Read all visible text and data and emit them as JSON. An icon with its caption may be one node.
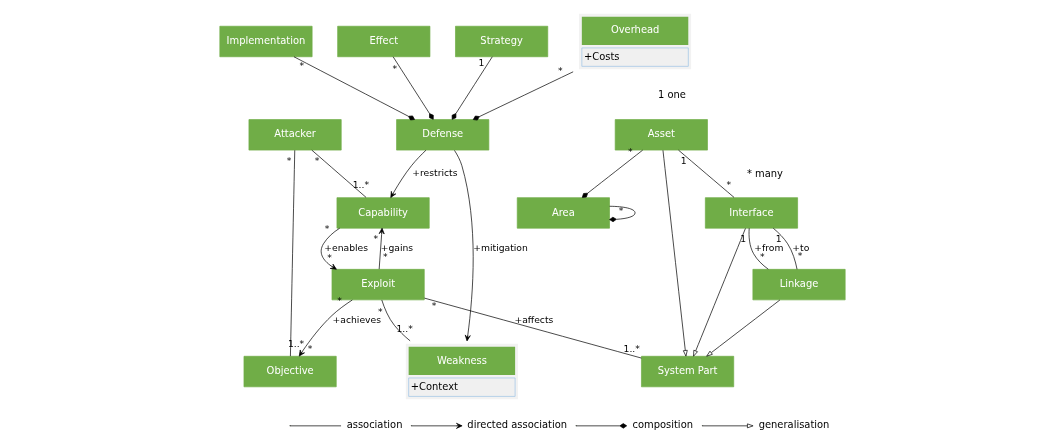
{
  "diagram": {
    "nodes": [
      {
        "text": [
          "Attacker"
        ]
      },
      {
        "text": [
          "Capability"
        ]
      },
      {
        "text": [
          "Objective"
        ]
      },
      {
        "text": [
          "Exploit"
        ]
      },
      {
        "text": [
          "Weakness",
          "+Context"
        ]
      },
      {
        "text": [
          "Implementation"
        ]
      },
      {
        "text": [
          "Effect"
        ]
      },
      {
        "text": [
          "Defense"
        ]
      },
      {
        "text": [
          "Area"
        ]
      },
      {
        "text": [
          "System Part"
        ]
      },
      {
        "text": [
          "Strategy"
        ]
      },
      {
        "text": [
          "Overhead",
          "+Costs"
        ]
      },
      {
        "text": [
          "Asset"
        ]
      },
      {
        "text": [
          "Interface"
        ]
      },
      {
        "text": [
          "Linkage"
        ]
      }
    ],
    "edges": [
      {
        "from": 0,
        "to": 1,
        "arrow": "none"
      },
      {
        "from": 0,
        "to": 2,
        "arrow": "none"
      },
      {
        "from": 1,
        "to": 3,
        "arrow": "to",
        "label": "+enables"
      },
      {
        "from": 3,
        "to": 1,
        "arrow": "to",
        "label": "+gains"
      },
      {
        "from": 3,
        "to": 2,
        "arrow": "to",
        "label": "+achieves"
      },
      {
        "from": 3,
        "to": 4,
        "arrow": "none"
      },
      {
        "from": 7,
        "to": 1,
        "arrow": "to",
        "label": "+restricts"
      },
      {
        "from": 7,
        "to": 4,
        "arrow": "to",
        "label": "+mitigation"
      },
      {
        "from": 5,
        "to": 7,
        "arrow": "other"
      },
      {
        "from": 6,
        "to": 7,
        "arrow": "other"
      },
      {
        "from": 10,
        "to": 7,
        "arrow": "other"
      },
      {
        "from": 11,
        "to": 7,
        "arrow": "other"
      },
      {
        "from": 3,
        "to": 9,
        "arrow": "none",
        "label": "+affects"
      },
      {
        "from": 8,
        "to": 8,
        "arrow": "other"
      },
      {
        "from": 12,
        "to": 8,
        "arrow": "other"
      },
      {
        "from": 12,
        "to": 9,
        "arrow": "to"
      },
      {
        "from": 13,
        "to": 9,
        "arrow": "to"
      },
      {
        "from": 14,
        "to": 9,
        "arrow": "to"
      },
      {
        "from": 12,
        "to": 13,
        "arrow": "none"
      },
      {
        "from": 13,
        "to": 14,
        "arrow": "none",
        "label": "+from"
      },
      {
        "from": 13,
        "to": 14,
        "arrow": "none",
        "label": "+to"
      }
    ],
    "labels": [
      "*",
      "1..*",
      "*",
      "1..*",
      "*",
      "*",
      "*",
      "*",
      "*",
      "*",
      "*",
      "1..*",
      "*",
      "*",
      "1",
      "*",
      "*",
      "1..*",
      "*",
      "*",
      "1",
      "*",
      "1",
      "*",
      "1",
      "*",
      "1 one",
      "* many"
    ],
    "legend": [
      {
        "text": "association"
      },
      {
        "text": "directed association"
      },
      {
        "text": "composition"
      },
      {
        "text": "generalisation"
      }
    ]
  }
}
